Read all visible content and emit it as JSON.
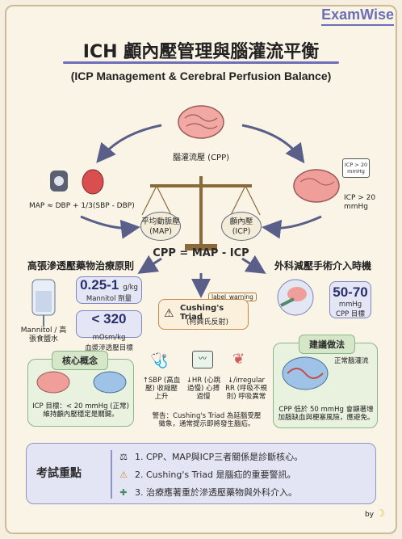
{
  "brand": "ExamWise",
  "title": "ICH 顱內壓管理與腦灌流平衡",
  "subtitle": "(ICP Management & Cerebral Perfusion Balance)",
  "diagram": {
    "cpp_label": "腦灌流壓 (CPP)",
    "map_formula": "MAP ≈ DBP + 1/3(SBP - DBP)",
    "icp_monitor": "ICP > 20 mmHg",
    "icp_label": "ICP > 20 mmHg",
    "map_oval": "平均動脈壓 (MAP)",
    "icp_oval": "顱內壓 (ICP)",
    "balance_formula": "CPP = MAP - ICP"
  },
  "osmotic": {
    "heading": "高張滲透壓藥物治療原則",
    "dose_value": "0.25-1",
    "dose_unit": "g/kg",
    "dose_caption": "Mannitol 劑量",
    "osm_value": "< 320",
    "osm_unit": "mOsm/kg",
    "osm_caption": "血漿滲透壓目標",
    "bag_label": "Mannitol / 高張食鹽水"
  },
  "surgery": {
    "heading": "外科減壓手術介入時機",
    "value": "50-70",
    "unit": "mmHg",
    "caption": "CPP 目標"
  },
  "cushing": {
    "badge": "label_warning",
    "title": "Cushing's Triad",
    "subtitle": "(柯興氏反射)",
    "sbp": "↑SBP (高血壓) 收縮壓上升",
    "hr": "↓HR (心跳過慢) 心搏過慢",
    "rr": "↓/irregular RR (呼吸不規則) 呼吸異常",
    "warning": "警告：Cushing's Triad 為延腦受壓徵象，通常提示即將發生腦疝。"
  },
  "core": {
    "tag": "核心概念",
    "text": "ICP 目標：< 20 mmHg (正常) 維持顱內壓穩定是關鍵。"
  },
  "advice": {
    "tag": "建議做法",
    "brain_label": "正常腦灌流",
    "text": "CPP 低於 50 mmHg 會顯著增加腦缺血與梗塞風險，應避免。"
  },
  "exam": {
    "title": "考試重點",
    "items": [
      "1. CPP、MAP與ICP三者關係是診斷核心。",
      "2. Cushing's Triad 是腦疝的重要警訊。",
      "3. 治療應著重於滲透壓藥物與外科介入。"
    ]
  },
  "footer": "by"
}
